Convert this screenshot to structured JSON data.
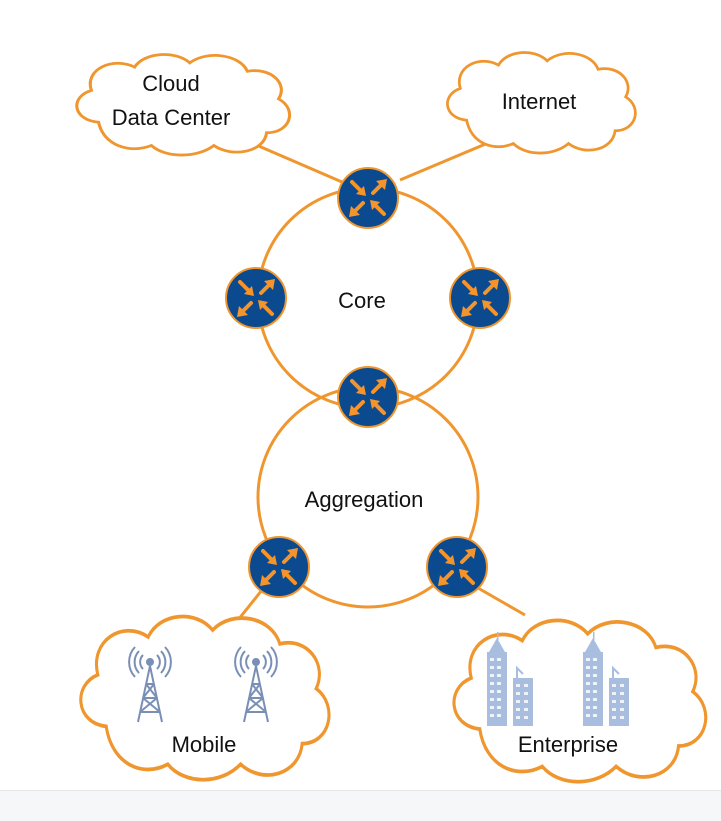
{
  "labels": {
    "cloud_dc_line1": "Cloud",
    "cloud_dc_line2": "Data Center",
    "internet": "Internet",
    "core": "Core",
    "aggregation": "Aggregation",
    "mobile": "Mobile",
    "enterprise": "Enterprise"
  },
  "colors": {
    "link": "#f0962f",
    "router_fill": "#0b4a8f",
    "router_arrow": "#f5942a",
    "tower": "#7a8fb5",
    "building": "#a9bedf"
  },
  "icons": [
    "router-icon",
    "cell-tower-icon",
    "office-building-icon"
  ]
}
